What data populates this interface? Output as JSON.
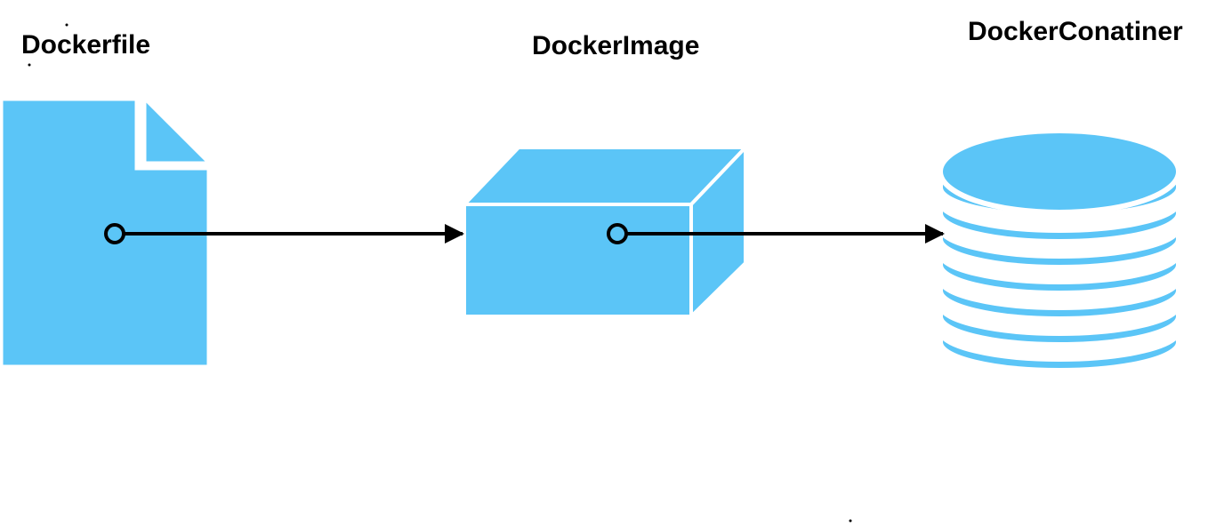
{
  "nodes": {
    "dockerfile": {
      "label": "Dockerfile",
      "icon": "document-icon"
    },
    "docker_image": {
      "label": "DockerImage",
      "icon": "box-icon"
    },
    "docker_container": {
      "label": "DockerConatiner",
      "icon": "database-icon"
    }
  },
  "edges": [
    {
      "from": "Dockerfile",
      "to": "DockerImage"
    },
    {
      "from": "DockerImage",
      "to": "DockerConatiner"
    }
  ],
  "colors": {
    "shape_fill": "#5BC5F7",
    "shape_stroke": "#ffffff",
    "connector": "#000000"
  }
}
